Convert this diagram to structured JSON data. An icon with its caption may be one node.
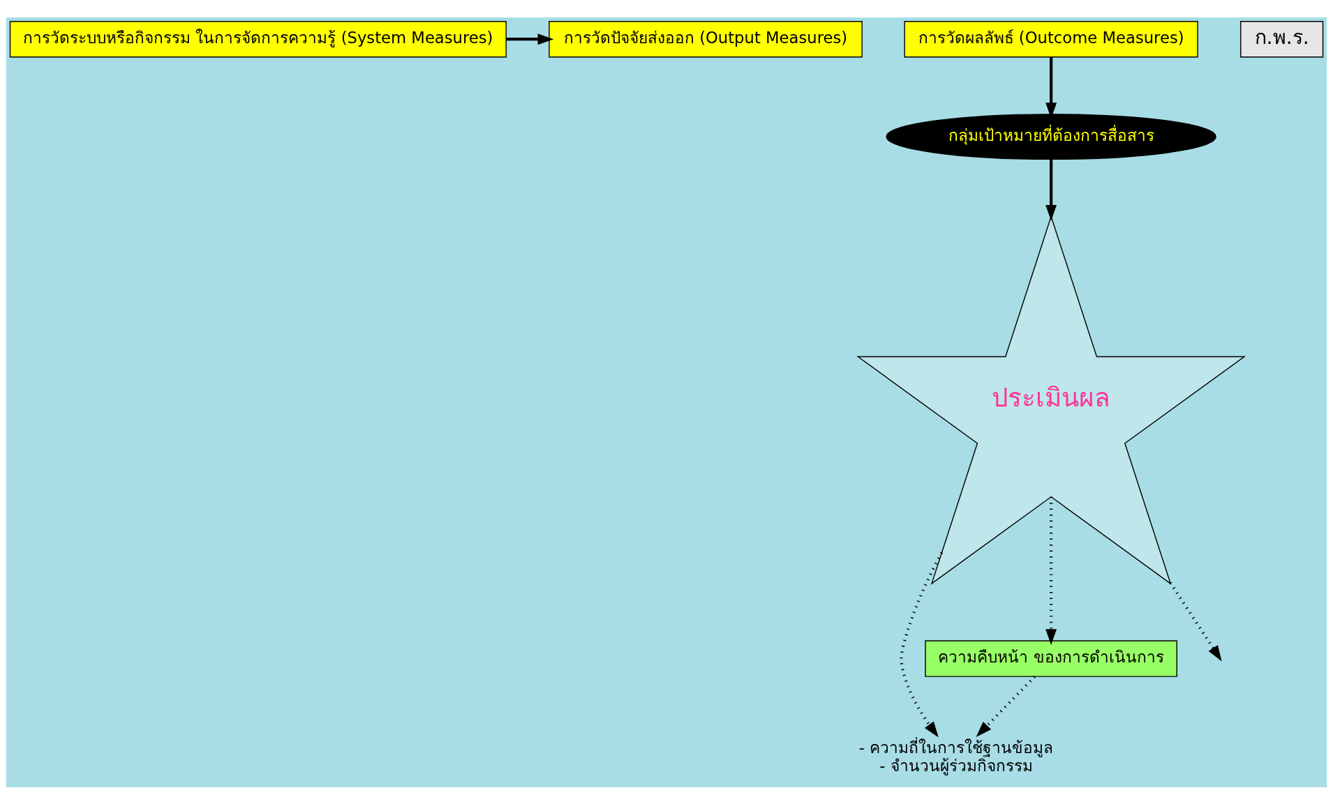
{
  "diagram": {
    "nodes": [
      {
        "text": [
          "การวัดระบบหรือกิจกรรม ในการจัดการความรู้ (System Measures)"
        ]
      },
      {
        "text": [
          "การวัดปัจจัยส่งออก (Output Measures)"
        ]
      },
      {
        "text": [
          "การวัดผลลัพธ์ (Outcome Measures)"
        ]
      },
      {
        "text": [
          "- ความถี่ในการใช้ฐานข้อมูล",
          "- จำนวนผู้ร่วมกิจกรรม"
        ]
      },
      {
        "text": [
          "กลุ่มเป้าหมายที่ต้องการสื่อสาร"
        ]
      },
      {
        "text": [
          "ความคืบหน้า ของการดำเนินการ"
        ]
      },
      {
        "text": [
          "ประเมินผล"
        ]
      }
    ],
    "edges": [
      {
        "from": 0,
        "to": 1,
        "arrow": "to"
      },
      {
        "from": 2,
        "to": 4,
        "arrow": "to"
      },
      {
        "from": 4,
        "to": 6,
        "arrow": "to"
      },
      {
        "from": 6,
        "to": 3,
        "arrow": "to",
        "style": "dashed"
      },
      {
        "from": 6,
        "to": 5,
        "arrow": "to",
        "style": "dashed"
      },
      {
        "from": 6,
        "to": null,
        "arrow": "to",
        "style": "dashed"
      },
      {
        "from": 5,
        "to": 3,
        "arrow": "to",
        "style": "dashed"
      }
    ],
    "labels": [
      "ก.พ.ร."
    ]
  }
}
